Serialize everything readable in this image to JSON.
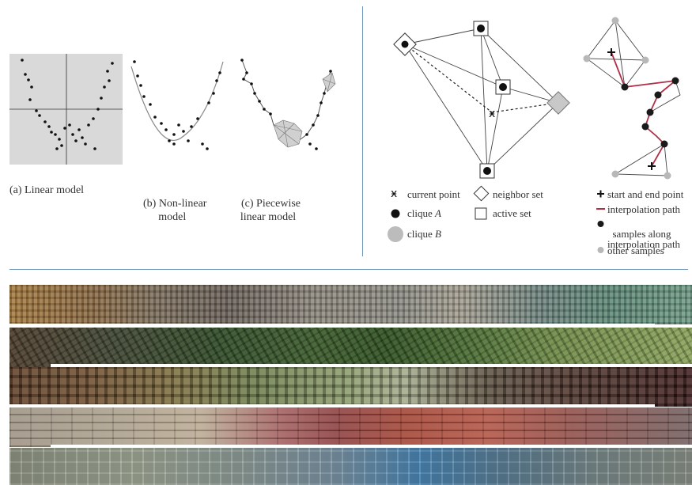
{
  "panel_left": {
    "captions": {
      "a": "(a) Linear model",
      "b": "(b) Non-linear\nmodel",
      "c": "(c) Piecewise\nlinear model"
    }
  },
  "panel_right": {
    "legend_left": {
      "current_point": "current point",
      "neighbor_set": "neighbor set",
      "clique_a_prefix": "clique ",
      "clique_a_var": "A",
      "active_set": "active set",
      "clique_b_prefix": "clique ",
      "clique_b_var": "B"
    },
    "legend_right": {
      "start_end": "start and end point",
      "interp_path": "interpolation path",
      "samples_along": "samples along\ninterpolation path",
      "other_samples": "other samples"
    },
    "colors": {
      "path": "#b03048",
      "sample_dark": "#1a1a1a",
      "sample_gray": "#b8b8b8"
    }
  },
  "colors": {
    "divider": "#6f95b8",
    "linear_bg": "#d9d9d9"
  }
}
